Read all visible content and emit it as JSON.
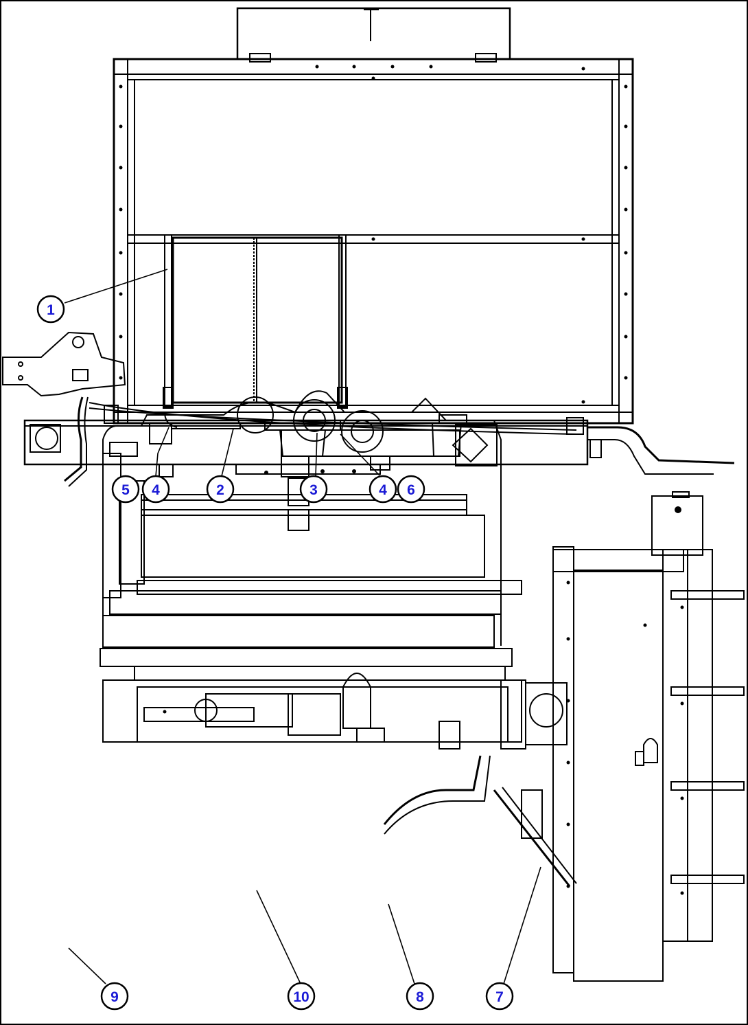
{
  "diagram": {
    "callouts": [
      {
        "id": "c1",
        "label": "1"
      },
      {
        "id": "c5",
        "label": "5"
      },
      {
        "id": "c4a",
        "label": "4"
      },
      {
        "id": "c2",
        "label": "2"
      },
      {
        "id": "c3",
        "label": "3"
      },
      {
        "id": "c4b",
        "label": "4"
      },
      {
        "id": "c6",
        "label": "6"
      },
      {
        "id": "c9",
        "label": "9"
      },
      {
        "id": "c10",
        "label": "10"
      },
      {
        "id": "c8",
        "label": "8"
      },
      {
        "id": "c7",
        "label": "7"
      }
    ],
    "colors": {
      "line": "#000000",
      "callout_text": "#1a1ad6",
      "background": "#ffffff"
    }
  }
}
